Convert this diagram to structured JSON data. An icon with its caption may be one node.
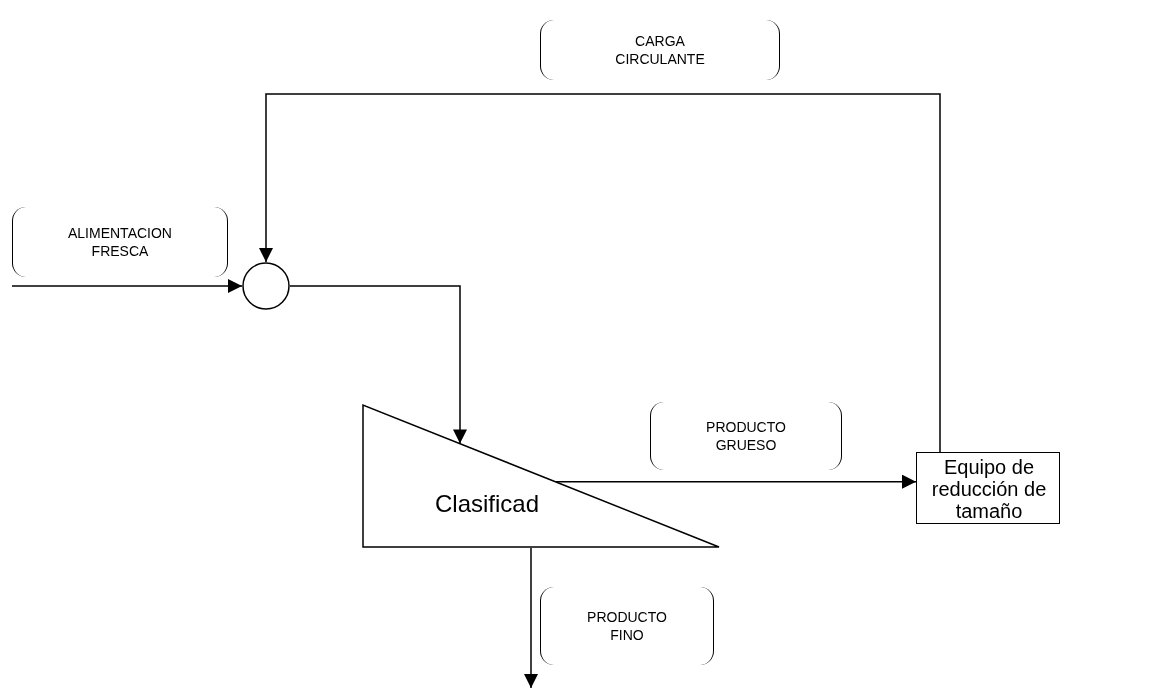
{
  "diagram": {
    "nodes": [
      {
        "text": [],
        "shape": "circle"
      },
      {
        "text": [
          "Clasificad"
        ]
      },
      {
        "text": [
          "Equipo de reducción de tamaño"
        ]
      }
    ],
    "edges": [
      {
        "from": null,
        "to": 0,
        "arrow": "to",
        "label": "ALIMENTACION FRESCA"
      },
      {
        "from": 2,
        "to": 0,
        "arrow": "to",
        "label": "CARGA CIRCULANTE"
      },
      {
        "from": 0,
        "to": 1,
        "arrow": "to"
      },
      {
        "from": 1,
        "to": 2,
        "arrow": "to",
        "label": "PRODUCTO GRUESO"
      },
      {
        "from": 1,
        "to": null,
        "arrow": "to",
        "label": "PRODUCTO FINO"
      }
    ]
  }
}
